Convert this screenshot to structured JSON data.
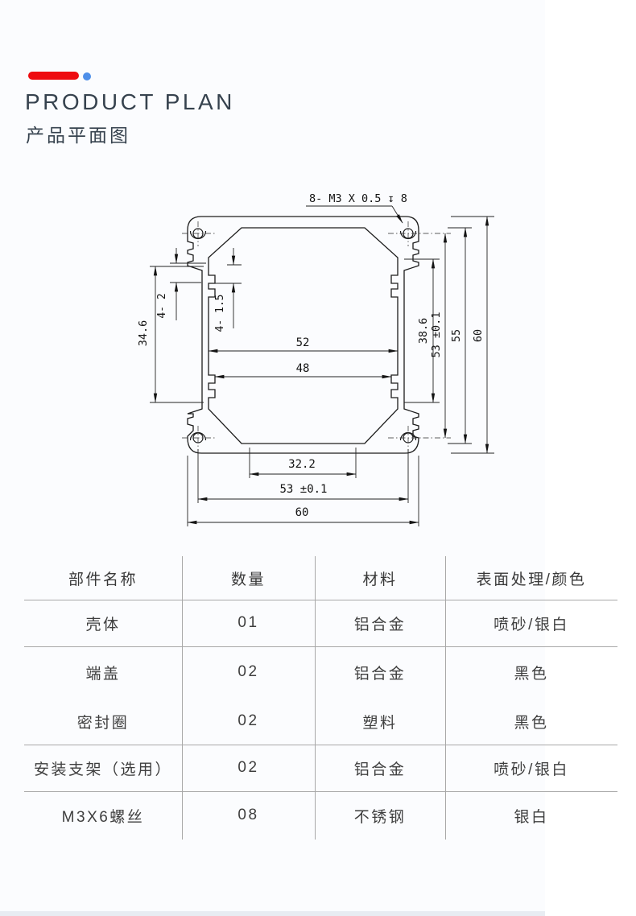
{
  "page": {
    "background": "#fbfcfe",
    "footer_strip_color": "#e8ecf2"
  },
  "header": {
    "accent_bar_color": "#ee0b10",
    "accent_dot_color": "#4e8fe9",
    "title": "PRODUCT PLAN",
    "subtitle": "产品平面图"
  },
  "drawing": {
    "callout": "8- M3 X 0.5 ↧ 8",
    "dims": {
      "inner_width_upper": "52",
      "inner_width_lower": "48",
      "left_wall_height": "34.6",
      "left_slot_outer": "4- 2",
      "left_slot_inner": "4- 1.5",
      "right_rib_height": "38.6",
      "right_hole_pitch": "53 ±0.1",
      "right_inner_height": "55",
      "right_overall_height": "60",
      "bottom_inner_width": "32.2",
      "bottom_hole_pitch": "53 ±0.1",
      "bottom_overall_width": "60"
    }
  },
  "table": {
    "headers": [
      "部件名称",
      "数量",
      "材料",
      "表面处理/颜色"
    ],
    "rows": [
      [
        "壳体",
        "01",
        "铝合金",
        "喷砂/银白"
      ],
      [
        "端盖",
        "02",
        "铝合金",
        "黑色"
      ],
      [
        "密封圈",
        "02",
        "塑料",
        "黑色"
      ],
      [
        "安装支架（选用）",
        "02",
        "铝合金",
        "喷砂/银白"
      ],
      [
        "M3X6螺丝",
        "08",
        "不锈钢",
        "银白"
      ]
    ]
  }
}
